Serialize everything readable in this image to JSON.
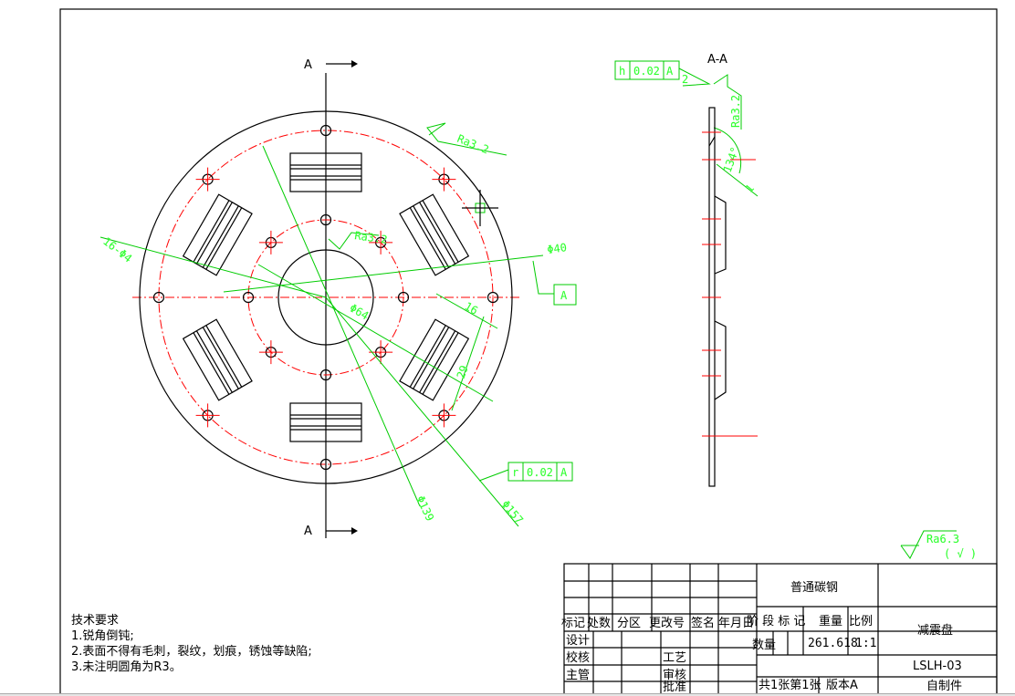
{
  "drawing": {
    "section_mark": "A",
    "section_title": "A-A",
    "dimensions": {
      "holes": "16-Φ4",
      "d40": "Φ40",
      "d64": "Φ64",
      "d139": "Φ139",
      "d157": "Φ157",
      "w16": "16",
      "w29": "29",
      "angle": "134°",
      "thk2": "2",
      "thk1": "1"
    },
    "roughness": {
      "ra32": "Ra3.2",
      "general": "Ra6.3",
      "general_paren": "( √ )"
    },
    "tolerances": {
      "flatness": {
        "symbol": "h",
        "value": "0.02",
        "datum": "A"
      },
      "runout": {
        "symbol": "r",
        "value": "0.02",
        "datum": "A"
      },
      "datum_label": "A"
    }
  },
  "notes": {
    "title": "技术要求",
    "items": [
      "1.锐角倒钝;",
      "2.表面不得有毛刺，裂纹，划痕，锈蚀等缺陷;",
      "3.未注明圆角为R3。"
    ]
  },
  "title_block": {
    "material": "普通碳钢",
    "part_name": "减震盘",
    "drawing_no": "LSLH-03",
    "source": "自制件",
    "headers": [
      "标记",
      "处数",
      "分区",
      "更改号",
      "签名",
      "年月日"
    ],
    "stage_label": "阶 段 标 记",
    "weight_label": "重量",
    "scale_label": "比例",
    "quantity_label": "数量",
    "weight": "261.618",
    "scale": "1:1",
    "sheet": "共1张第1张",
    "version": "版本A",
    "roles": [
      "设计",
      "校核",
      "主管"
    ],
    "roles2": [
      "工艺",
      "审核",
      "批准"
    ]
  }
}
